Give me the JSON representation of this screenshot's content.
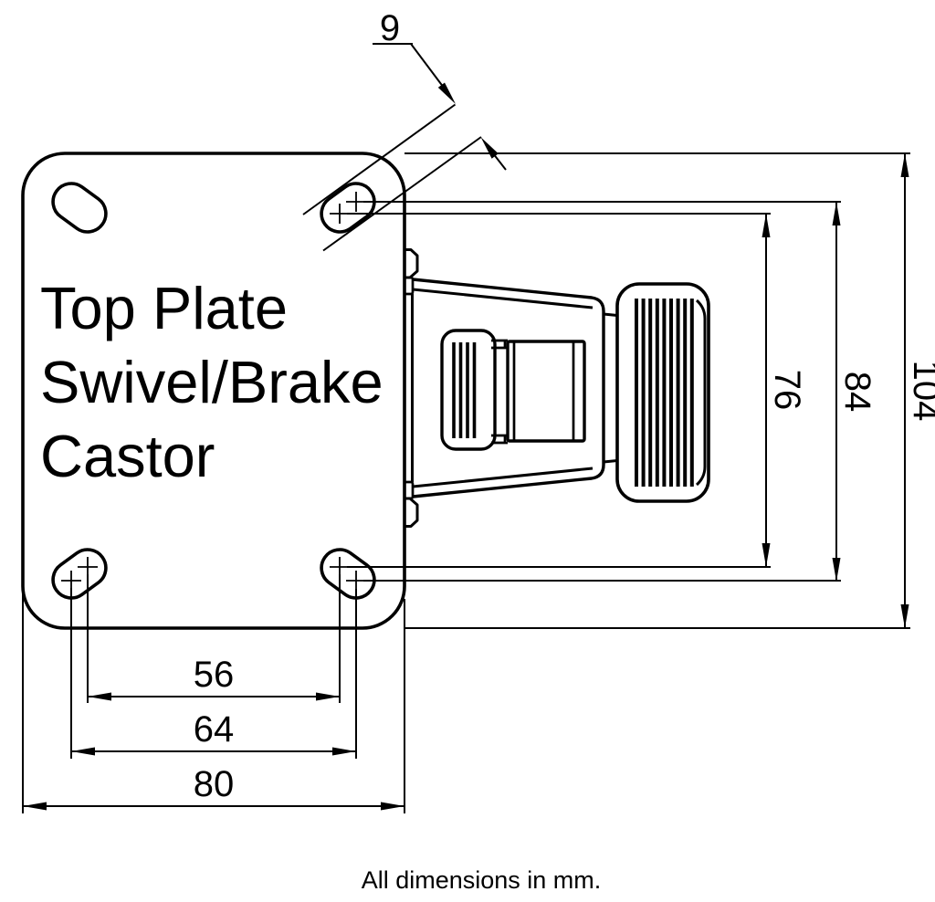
{
  "title": {
    "line1": "Top Plate",
    "line2": "Swivel/Brake",
    "line3": "Castor"
  },
  "dimensions": {
    "slot_width": "9",
    "bolt_spacing_inner_width": "56",
    "bolt_spacing_outer_width": "64",
    "plate_width": "80",
    "bolt_spacing_inner_height": "76",
    "bolt_spacing_outer_height": "84",
    "plate_height": "104"
  },
  "footer": {
    "note": "All dimensions in mm."
  },
  "colors": {
    "line": "#000000",
    "background": "#ffffff"
  }
}
